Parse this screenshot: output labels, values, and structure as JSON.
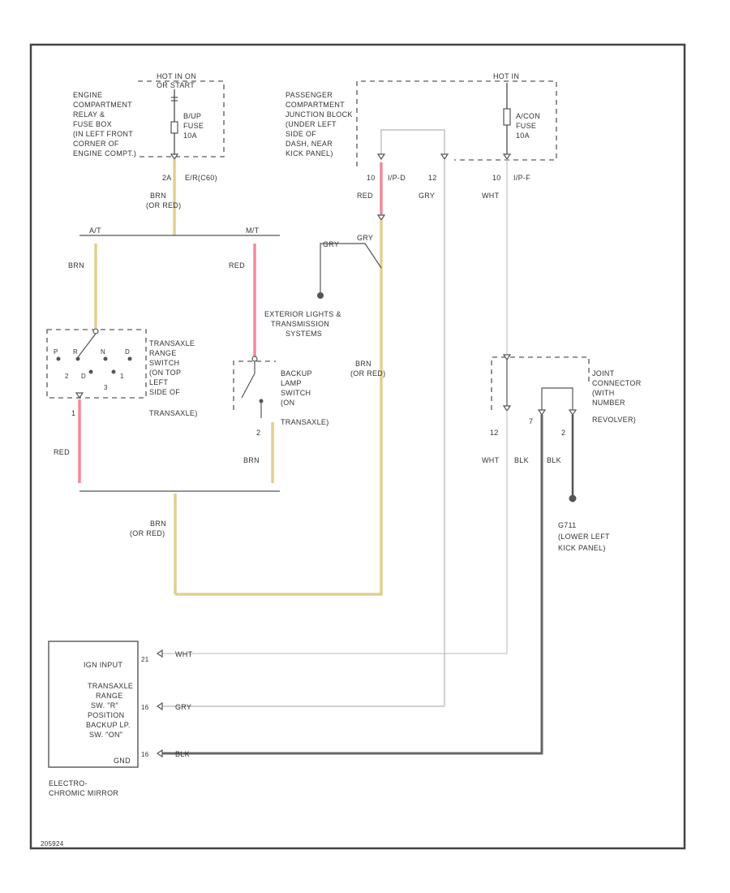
{
  "fuse_box_engine": {
    "hot": [
      "HOT IN ON",
      "OR START"
    ],
    "label": [
      "ENGINE",
      "COMPARTMENT",
      "RELAY &",
      "FUSE BOX",
      "(IN LEFT FRONT",
      "CORNER OF",
      "ENGINE COMPT.)"
    ],
    "fuse": [
      "B/UP",
      "FUSE",
      "10A"
    ],
    "pin": "2A",
    "conn": "E/R(C60)"
  },
  "fuse_box_passenger": {
    "hot": "HOT IN",
    "label": [
      "PASSENGER",
      "COMPARTMENT",
      "JUNCTION BLOCK",
      "(UNDER LEFT",
      "SIDE OF",
      "DASH, NEAR",
      "KICK PANEL)"
    ],
    "fuse": [
      "A/CON",
      "FUSE",
      "10A"
    ],
    "pins": [
      "10",
      "12",
      "10"
    ],
    "conns": [
      "I/P-D",
      "I/P-F"
    ]
  },
  "wires": {
    "brn_orred_top": [
      "BRN",
      "(OR RED)"
    ],
    "red": "RED",
    "gry": "GRY",
    "wht": "WHT",
    "brn": "BRN",
    "brn_orred_mid": [
      "BRN",
      "(OR RED)"
    ],
    "brn_orred_bottom": [
      "BRN",
      "(OR RED)"
    ],
    "blk": "BLK"
  },
  "splices": {
    "left": "A/T",
    "right": "M/T"
  },
  "exterior": [
    "EXTERIOR LIGHTS &",
    "TRANSMISSION",
    "SYSTEMS"
  ],
  "transaxle_switch": {
    "label": [
      "TRANSAXLE",
      "RANGE",
      "SWITCH",
      "(ON TOP",
      "LEFT",
      "SIDE OF",
      "TRANSAXLE)"
    ],
    "positions": [
      "P",
      "R",
      "N",
      "D",
      "2",
      "1",
      "D",
      "3"
    ],
    "pin": "1"
  },
  "backup_switch": {
    "label": [
      "BACKUP",
      "LAMP",
      "SWITCH",
      "(ON",
      "TRANSAXLE)"
    ],
    "pin": "2"
  },
  "joint_connector": {
    "label": [
      "JOINT",
      "CONNECTOR",
      "(WITH",
      "NUMBER",
      "REVOLVER)"
    ],
    "pins": [
      "12",
      "7",
      "2"
    ]
  },
  "ground": {
    "id": "G711",
    "label": [
      "(LOWER LEFT",
      "KICK PANEL)"
    ]
  },
  "mirror": {
    "inputs": [
      "IGN INPUT",
      "TRANSAXLE",
      "RANGE",
      "SW. \"R\"",
      "POSITION",
      "BACKUP LP.",
      "SW. \"ON\"",
      "GND"
    ],
    "pins": [
      "21",
      "16",
      "16"
    ],
    "title": [
      "ELECTRO-",
      "CHROMIC MIRROR"
    ]
  },
  "footer_code": "205924"
}
